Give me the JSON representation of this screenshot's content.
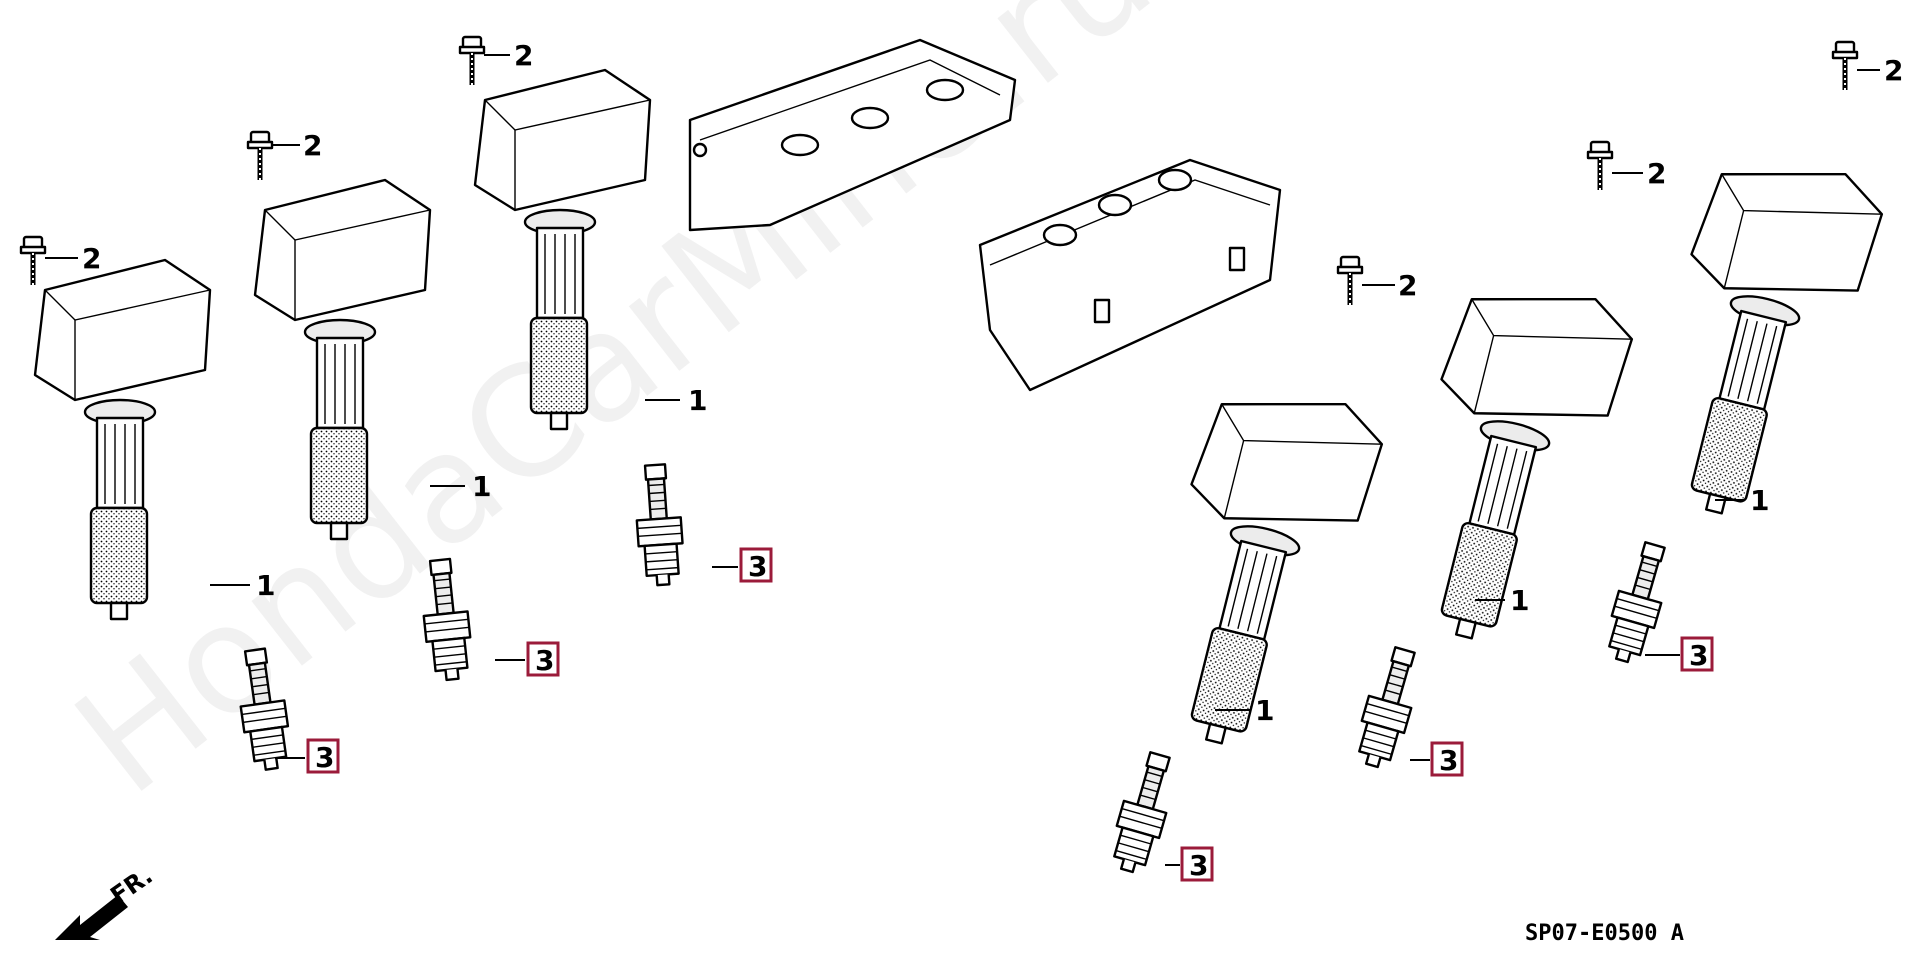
{
  "watermark": "HondaCarMine.ru",
  "diagram_code": "SP07-E0500 A",
  "direction_label": "FR.",
  "highlight_color": "#9b1b3a",
  "callouts": {
    "c1": "1",
    "c2": "2",
    "c3": "3"
  },
  "icons": [
    "ignition-coil",
    "coil-bolt",
    "spark-plug",
    "cylinder-head-cover",
    "front-arrow-icon"
  ]
}
